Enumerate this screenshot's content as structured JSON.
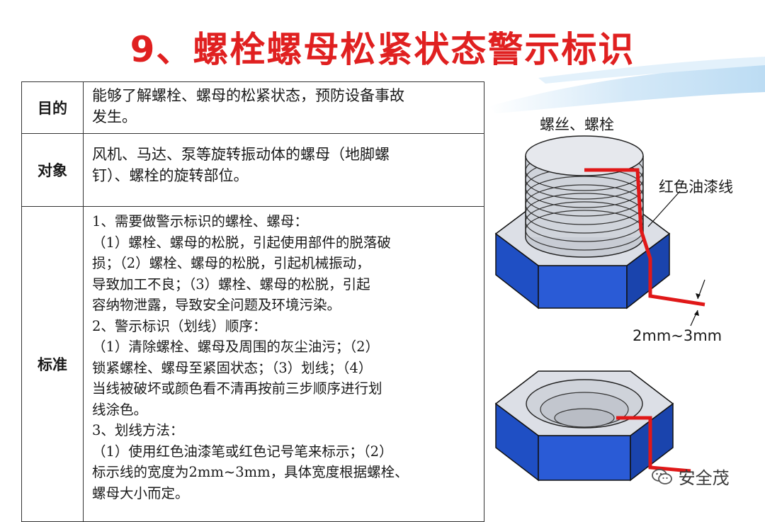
{
  "title": "9、螺栓螺母松紧状态警示标识",
  "table": {
    "purpose": {
      "header": "目的",
      "lines": [
        "能够了解螺栓、螺母的松紧状态，预防设备事故",
        "发生。"
      ]
    },
    "object": {
      "header": "对象",
      "lines": [
        "风机、马达、泵等旋转振动体的螺母（地脚螺",
        "钉）、螺栓的旋转部位。"
      ]
    },
    "standard": {
      "header": "标准",
      "lines": [
        "1、需要做警示标识的螺栓、螺母：",
        "（1）螺栓、螺母的松脱，引起使用部件的脱落破",
        "损；（2）螺栓、螺母的松脱，引起机械振动，",
        "导致加工不良；（3）螺栓、螺母的松脱，引起",
        "容纳物泄露，导致安全问题及环境污染。",
        "2、警示标识（划线）顺序：",
        "（1）清除螺栓、螺母及周围的灰尘油污；（2）",
        "锁紧螺栓、螺母至紧固状态；（3）划线；（4）",
        "当线被破坏或颜色看不清再按前三步顺序进行划",
        "线涂色。",
        "3、划线方法：",
        "（1）使用红色油漆笔或红色记号笔来标示；（2）",
        "标示线的宽度为2mm~3mm，具体宽度根据螺栓、",
        "螺母大小而定。"
      ]
    }
  },
  "illustration": {
    "label_bolt": "螺丝、螺栓",
    "label_paint": "红色油漆线",
    "label_width": "2mm~3mm"
  },
  "watermark": "安全茂",
  "colors": {
    "title": "#e02020",
    "nut_side": "#1f4fc4",
    "nut_top": "#d9dce3",
    "paint_line": "#e01818"
  }
}
